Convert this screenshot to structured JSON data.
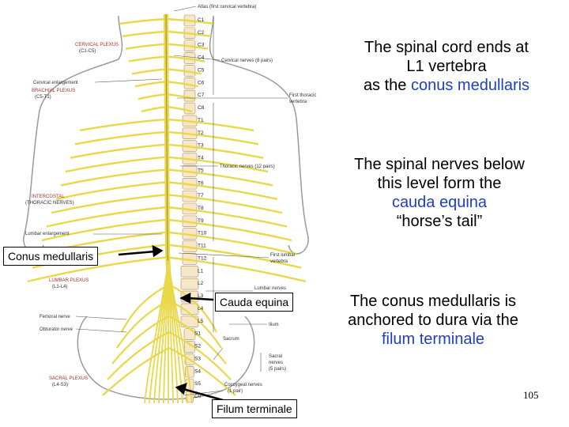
{
  "slide": {
    "statement1": {
      "line1": "The spinal cord ends at",
      "line2": "L1 vertebra",
      "line3_pre": "as the ",
      "line3_hl": "conus medullaris"
    },
    "statement2": {
      "line1": "The spinal nerves below",
      "line2": "this level form the",
      "line3_hl": "cauda equina",
      "line4": "“horse’s tail”"
    },
    "statement3": {
      "line1": "The conus medullaris is",
      "line2": "anchored to dura via the",
      "line3_hl": "filum terminale"
    },
    "highlight_color": "#1f3fbf",
    "page_number": "105"
  },
  "callouts": {
    "conus": "Conus medullaris",
    "cauda": "Cauda equina",
    "filum": "Filum terminale"
  },
  "figure": {
    "labels": {
      "atlas": "Atlas (first cervical vertebra)",
      "cervical_plexus": "CERVICAL PLEXUS",
      "cervical_plexus_range": "(C1-C5)",
      "cervical_nerves": "Cervical nerves (8 pairs)",
      "cervical_enlargement": "Cervical enlargement",
      "brachial_plexus": "BRACHIAL PLEXUS",
      "brachial_plexus_range": "(C5-T1)",
      "first_thoracic": "First thoracic",
      "vertebra": "vertebra",
      "thoracic_nerves": "Thoracic nerves (12 pairs)",
      "intercostal": "INTERCOSTAL",
      "thoracic_nerves_caps": "(THORACIC NERVES)",
      "lumbar_enlargement": "Lumbar enlargement",
      "first_lumbar": "First lumbar",
      "vertebra2": "vertebra",
      "lumbar_plexus": "LUMBAR PLEXUS",
      "lumbar_plexus_range": "(L1-L4)",
      "lumbar_nerves": "Lumbar nerves",
      "femoral_nerve": "Femoral nerve",
      "obturator_nerve": "Obturator nerve",
      "ilium": "Ilium",
      "sacrum": "Sacrum",
      "sacral_nerves": "Sacral",
      "sacral_nerves2": "nerves",
      "sacral_nerves3": "(5 pairs)",
      "sacral_plexus": "SACRAL PLEXUS",
      "sacral_plexus_range": "(L4-S3)",
      "coccygeal_nerves": "Coccygeal nerves",
      "coccygeal_pair": "(1 pair)"
    },
    "vertebra_labels": [
      "C1",
      "C2",
      "C3",
      "C4",
      "C5",
      "C6",
      "C7",
      "C8",
      "T1",
      "T2",
      "T3",
      "T4",
      "T5",
      "T6",
      "T7",
      "T8",
      "T9",
      "T10",
      "T11",
      "T12",
      "L1",
      "L2",
      "L3",
      "L4",
      "L5",
      "S1",
      "S2",
      "S3",
      "S4",
      "S5",
      "C0"
    ],
    "colors": {
      "nerve": "#e8d84a",
      "nerve_outline": "#9c8a2a",
      "bone": "#f6e7c8",
      "bone_outline": "#a89060",
      "body_outline": "#9a9a9a"
    }
  }
}
